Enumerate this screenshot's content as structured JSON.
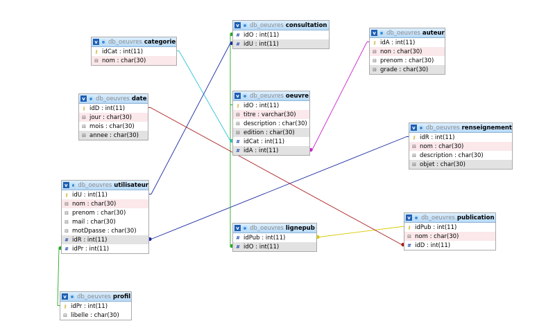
{
  "db_prefix": "db_oeuvres",
  "toggle_glyph": "v",
  "icons": {
    "primary_key": "key-icon",
    "foreign_key": "hash-icon",
    "column": "column-icon",
    "settings": "gear-icon"
  },
  "colors": {
    "header_top": "#dcefff",
    "header_bottom": "#b7d9f6",
    "toggle": "#1e5fb3",
    "alt_row": "#fbe8ea",
    "selected_row": "#e2e2e2"
  },
  "tables": {
    "categorie": {
      "name": "categorie",
      "columns": [
        {
          "type": "pk",
          "text": "idCat : int(11)"
        },
        {
          "type": "col",
          "text": "nom : char(30)"
        }
      ]
    },
    "date": {
      "name": "date",
      "columns": [
        {
          "type": "pk",
          "text": "idD : int(11)"
        },
        {
          "type": "col",
          "text": "jour : char(30)"
        },
        {
          "type": "col",
          "text": "mois : char(30)"
        },
        {
          "type": "col",
          "text": "annee : char(30)"
        }
      ]
    },
    "consultation": {
      "name": "consultation",
      "columns": [
        {
          "type": "fk",
          "text": "idO : int(11)"
        },
        {
          "type": "fk",
          "text": "idU : int(11)"
        }
      ]
    },
    "oeuvre": {
      "name": "oeuvre",
      "columns": [
        {
          "type": "pk",
          "text": "idO : int(11)"
        },
        {
          "type": "col",
          "text": "titre : varchar(30)"
        },
        {
          "type": "col",
          "text": "description : char(30)"
        },
        {
          "type": "col",
          "text": "edition : char(30)"
        },
        {
          "type": "fk",
          "text": "idCat : int(11)"
        },
        {
          "type": "fk",
          "text": "idA : int(11)"
        }
      ]
    },
    "auteur": {
      "name": "auteur",
      "columns": [
        {
          "type": "pk",
          "text": "idA : int(11)"
        },
        {
          "type": "col",
          "text": "non : char(30)"
        },
        {
          "type": "col",
          "text": "prenom : char(30)"
        },
        {
          "type": "col",
          "text": "grade : char(30)"
        }
      ]
    },
    "renseignement": {
      "name": "renseignement",
      "columns": [
        {
          "type": "pk",
          "text": "idR : int(11)"
        },
        {
          "type": "col",
          "text": "nom : char(30)"
        },
        {
          "type": "col",
          "text": "description : char(30)"
        },
        {
          "type": "col",
          "text": "objet : char(30)"
        }
      ]
    },
    "utilisateur": {
      "name": "utilisateur",
      "columns": [
        {
          "type": "pk",
          "text": "idU : int(11)"
        },
        {
          "type": "col",
          "text": "nom : char(30)"
        },
        {
          "type": "col",
          "text": "prenom : char(30)"
        },
        {
          "type": "col",
          "text": "mail : char(30)"
        },
        {
          "type": "col",
          "text": "motDpasse : char(30)"
        },
        {
          "type": "fk",
          "text": "idR : int(11)"
        },
        {
          "type": "fk",
          "text": "idPr : int(11)"
        }
      ]
    },
    "lignepub": {
      "name": "lignepub",
      "columns": [
        {
          "type": "fk",
          "text": "idPub : int(11)"
        },
        {
          "type": "fk",
          "text": "idO : int(11)"
        }
      ]
    },
    "publication": {
      "name": "publication",
      "columns": [
        {
          "type": "pk",
          "text": "idPub : int(11)"
        },
        {
          "type": "col",
          "text": "nom : char(30)"
        },
        {
          "type": "fk",
          "text": "idD : int(11)"
        }
      ]
    },
    "profil": {
      "name": "profil",
      "columns": [
        {
          "type": "pk",
          "text": "idPr : int(11)"
        },
        {
          "type": "col",
          "text": "libelle : char(30)"
        }
      ]
    }
  },
  "relations": [
    {
      "from": "oeuvre.idCat",
      "to": "categorie.idCat",
      "color": "#2ec4d6"
    },
    {
      "from": "oeuvre.idA",
      "to": "auteur.idA",
      "color": "#cc22cc"
    },
    {
      "from": "consultation.idO",
      "to": "oeuvre.idO",
      "color": "#22aa22"
    },
    {
      "from": "consultation.idU",
      "to": "utilisateur.idU",
      "color": "#1a2aa0"
    },
    {
      "from": "utilisateur.idR",
      "to": "renseignement.idR",
      "color": "#1a2aa0"
    },
    {
      "from": "utilisateur.idPr",
      "to": "profil.idPr",
      "color": "#22aa22"
    },
    {
      "from": "lignepub.idPub",
      "to": "publication.idPub",
      "color": "#d8c800"
    },
    {
      "from": "lignepub.idO",
      "to": "oeuvre.idO",
      "color": "#22aa22"
    },
    {
      "from": "publication.idD",
      "to": "date.idD",
      "color": "#aa1a1a"
    }
  ]
}
